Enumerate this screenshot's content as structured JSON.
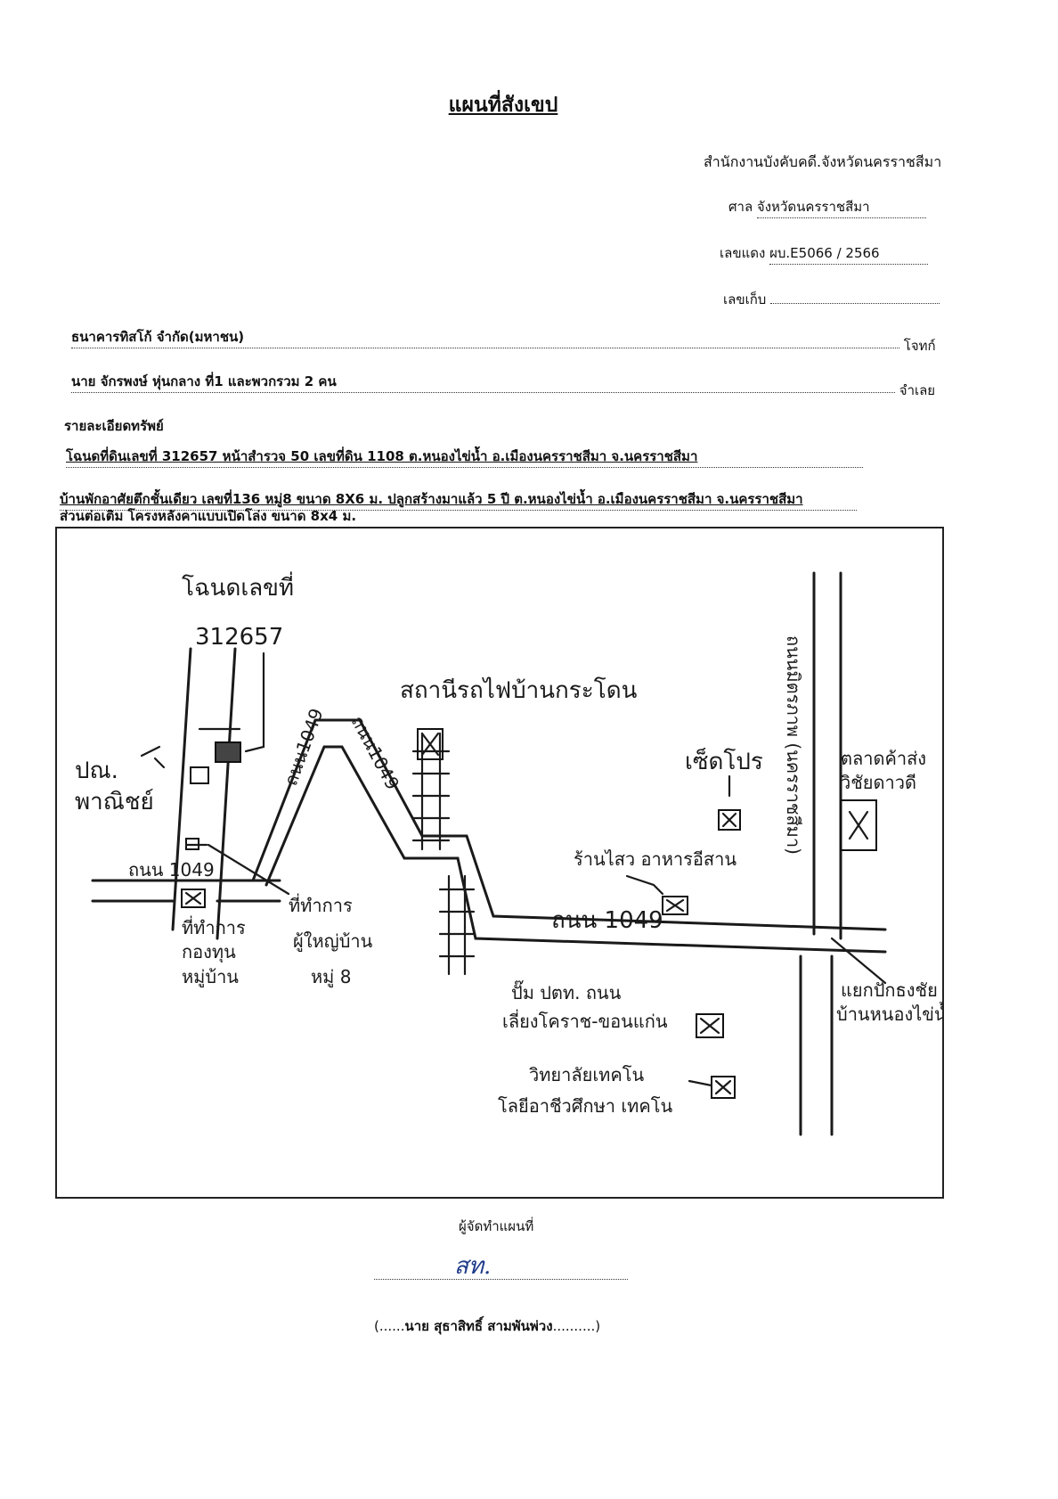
{
  "header": {
    "title": "แผนที่สังเขป",
    "office": "สำนักงานบังคับคดี.จังหวัดนครราชสีมา",
    "court_label": "ศาล",
    "court_value": "จังหวัดนครราชสีมา",
    "red_no_label": "เลขแดง",
    "red_no_value": "ผบ.E5066 / 2566",
    "storage_label": "เลขเก็บ"
  },
  "parties": {
    "plaintiff_name": "ธนาคารทิสโก้ จำกัด(มหาชน)",
    "plaintiff_label": "โจทก์",
    "defendant_name": "นาย จักรพงษ์ หุ่นกลาง ที่1 และพวกรวม 2 คน",
    "defendant_label": "จำเลย"
  },
  "property": {
    "heading": "รายละเอียดทรัพย์",
    "deed_line": "โฉนดที่ดินเลขที่ 312657 หน้าสำรวจ 50 เลขที่ดิน 1108 ต.หนองไข่น้ำ อ.เมืองนครราชสีมา จ.นครราชสีมา",
    "house_line_1": "บ้านพักอาศัยตึกชั้นเดียว เลขที่136 หมู่8 ขนาด 8X6 ม. ปลูกสร้างมาแล้ว 5 ปี ต.หนองไข่น้ำ อ.เมืองนครราชสีมา จ.นครราชสีมา",
    "house_line_2": "ส่วนต่อเติม โครงหลังคาแบบเปิดโล่ง ขนาด 8x4 ม."
  },
  "map": {
    "deed_label_1": "โฉนดเลขที่",
    "deed_label_2": "312657",
    "station": "สถานีรถไฟบ้านกระโดน",
    "road_diag": "ถนน1049",
    "road_diag2": "ถนน1049",
    "road_left": "ถนน 1049",
    "road_main": "ถนน 1049",
    "road_right": "ถนนมิตรภาพ (นครราชสีมา)",
    "post_office_1": "ปณ.",
    "post_office_2": "พาณิชย์",
    "office_1": "ที่ทำการ",
    "office_2": "กองทุน",
    "office_3": "หมู่บ้าน",
    "village_1": "ที่ทำการ",
    "village_2": "ผู้ใหญ่บ้าน",
    "village_3": "หมู่ 8",
    "seven_eleven": "เซ็ดโปร",
    "restaurant": "ร้านไสว อาหารอีสาน",
    "market_1": "ตลาดค้าส่ง",
    "market_2": "วิชัยดาวดี",
    "gas_1": "ปั๊ม ปตท. ถนน",
    "gas_2": "เลี่ยงโคราช-ขอนแก่น",
    "college_1": "วิทยาลัยเทคโน",
    "college_2": "โลยีอาชีวศึกษา เทคโน",
    "junction_1": "แยกปักธงชัย",
    "junction_2": "บ้านหนองไข่น้ำ"
  },
  "footer": {
    "maker_label": "ผู้จัดทำแผนที่",
    "signature": "สท.",
    "open": "(......",
    "name": "นาย สุธาสิทธิ์ สามพันพ่วง",
    "close": "..........)"
  }
}
